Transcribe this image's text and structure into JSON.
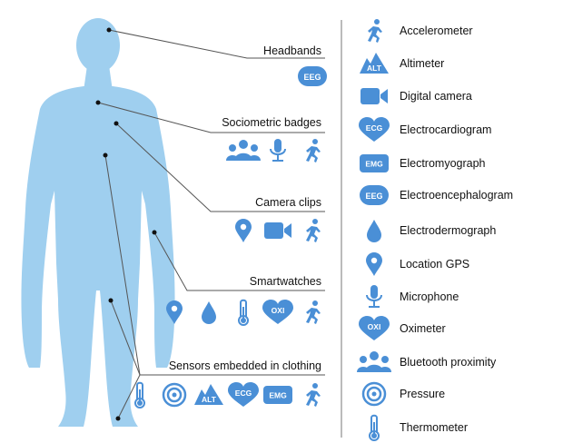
{
  "colors": {
    "body": "#9fcfef",
    "icon": "#4a8fd6",
    "line": "#555555",
    "divider": "#777777",
    "text": "#111111"
  },
  "categories": [
    {
      "label": "Headbands",
      "icons": [
        "eeg-badge-icon"
      ]
    },
    {
      "label": "Sociometric badges",
      "icons": [
        "bluetooth-proximity-icon",
        "microphone-icon",
        "accelerometer-icon"
      ]
    },
    {
      "label": "Camera clips",
      "icons": [
        "location-gps-icon",
        "digital-camera-icon",
        "accelerometer-icon"
      ]
    },
    {
      "label": "Smartwatches",
      "icons": [
        "location-gps-icon",
        "electrodermograph-icon",
        "thermometer-icon",
        "oximeter-icon",
        "accelerometer-icon"
      ]
    },
    {
      "label": "Sensors embedded in clothing",
      "icons": [
        "thermometer-icon",
        "pressure-icon",
        "altimeter-icon",
        "electrocardiogram-icon",
        "electromyograph-icon",
        "accelerometer-icon"
      ]
    }
  ],
  "legend": [
    {
      "icon": "accelerometer-icon",
      "label": "Accelerometer"
    },
    {
      "icon": "altimeter-icon",
      "label": "Altimeter"
    },
    {
      "icon": "digital-camera-icon",
      "label": "Digital camera"
    },
    {
      "icon": "electrocardiogram-icon",
      "label": "Electrocardiogram"
    },
    {
      "icon": "electromyograph-icon",
      "label": "Electromyograph"
    },
    {
      "icon": "electroencephalogram-icon",
      "label": "Electroencephalogram"
    },
    {
      "icon": "electrodermograph-icon",
      "label": "Electrodermograph"
    },
    {
      "icon": "location-gps-icon",
      "label": "Location GPS"
    },
    {
      "icon": "microphone-icon",
      "label": "Microphone"
    },
    {
      "icon": "oximeter-icon",
      "label": "Oximeter"
    },
    {
      "icon": "bluetooth-proximity-icon",
      "label": "Bluetooth proximity"
    },
    {
      "icon": "pressure-icon",
      "label": "Pressure"
    },
    {
      "icon": "thermometer-icon",
      "label": "Thermometer"
    }
  ],
  "badge_texts": {
    "eeg": "EEG",
    "alt": "ALT",
    "ecg": "ECG",
    "emg": "EMG",
    "oxi": "OXI"
  }
}
